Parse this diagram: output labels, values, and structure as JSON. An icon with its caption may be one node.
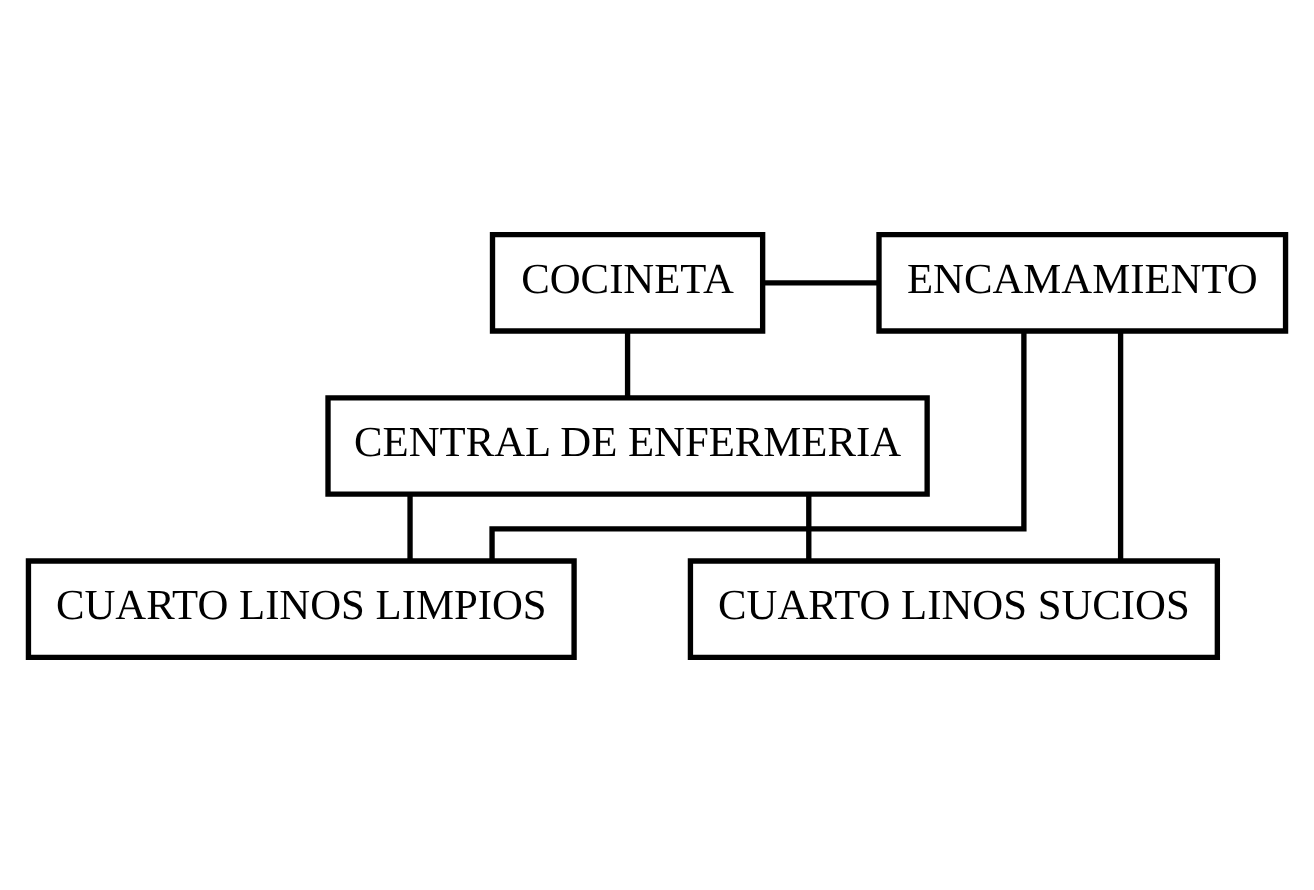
{
  "diagram": {
    "nodes": [
      {
        "text": [
          "COCINETA"
        ]
      },
      {
        "text": [
          "ENCAMAMIENTO"
        ]
      },
      {
        "text": [
          "CENTRAL DE ENFERMERIA"
        ]
      },
      {
        "text": [
          "CUARTO LINOS LIMPIOS"
        ]
      },
      {
        "text": [
          "CUARTO LINOS SUCIOS"
        ]
      }
    ],
    "edges": [
      {
        "from": 0,
        "to": 1,
        "arrow": "none"
      },
      {
        "from": 0,
        "to": 2,
        "arrow": "none"
      },
      {
        "from": 2,
        "to": 3,
        "arrow": "none"
      },
      {
        "from": 2,
        "to": 4,
        "arrow": "none"
      },
      {
        "from": 1,
        "to": 3,
        "arrow": "none"
      },
      {
        "from": 1,
        "to": 4,
        "arrow": "none"
      }
    ]
  }
}
